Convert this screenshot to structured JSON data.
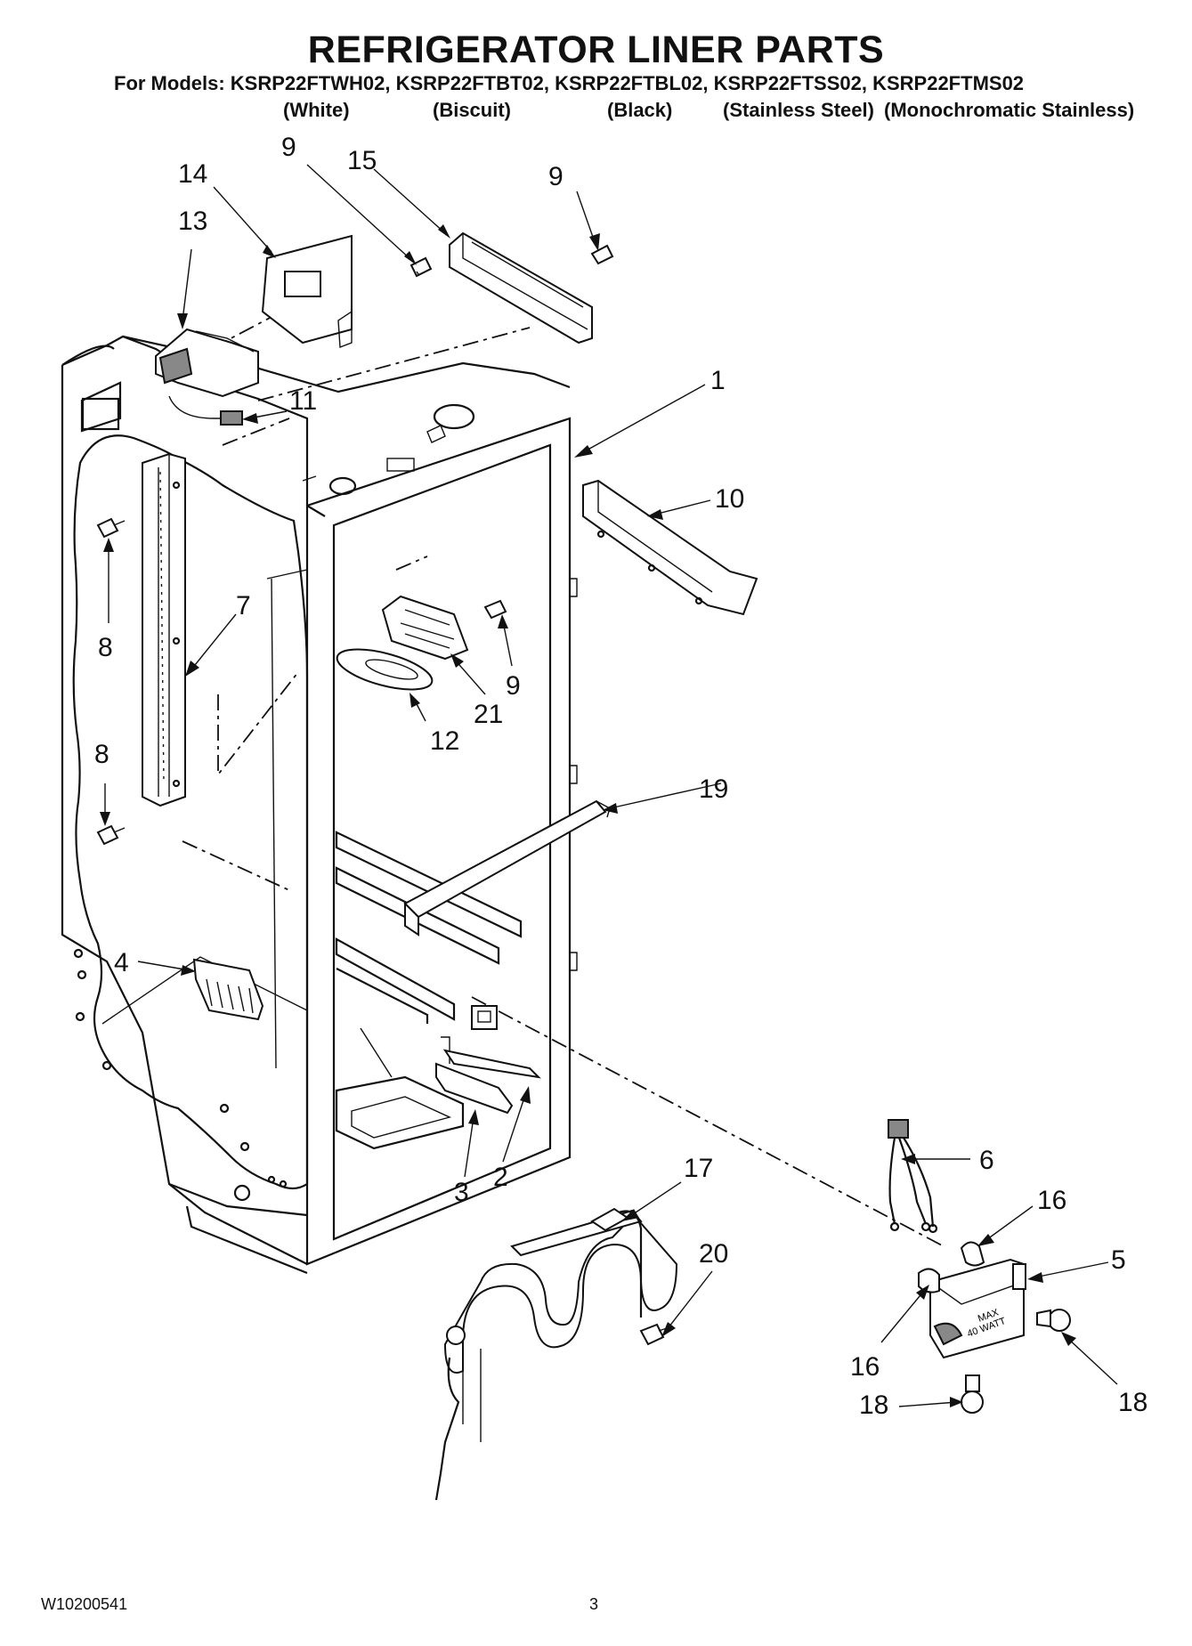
{
  "header": {
    "title": "REFRIGERATOR LINER PARTS",
    "models_line": "For Models: KSRP22FTWH02, KSRP22FTBT02, KSRP22FTBL02, KSRP22FTSS02, KSRP22FTMS02",
    "variants": [
      "(White)",
      "(Biscuit)",
      "(Black)",
      "(Stainless Steel)",
      "(Monochromatic Stainless)"
    ]
  },
  "footer": {
    "doc_number": "W10200541",
    "page_number": "3"
  },
  "callouts": [
    {
      "id": "c14",
      "label": "14"
    },
    {
      "id": "c13",
      "label": "13"
    },
    {
      "id": "c9a",
      "label": "9"
    },
    {
      "id": "c15",
      "label": "15"
    },
    {
      "id": "c9b",
      "label": "9"
    },
    {
      "id": "c1",
      "label": "1"
    },
    {
      "id": "c11",
      "label": "11"
    },
    {
      "id": "c10",
      "label": "10"
    },
    {
      "id": "c8a",
      "label": "8"
    },
    {
      "id": "c7",
      "label": "7"
    },
    {
      "id": "c9c",
      "label": "9"
    },
    {
      "id": "c21",
      "label": "21"
    },
    {
      "id": "c12",
      "label": "12"
    },
    {
      "id": "c8b",
      "label": "8"
    },
    {
      "id": "c19",
      "label": "19"
    },
    {
      "id": "c4",
      "label": "4"
    },
    {
      "id": "c6",
      "label": "6"
    },
    {
      "id": "c3",
      "label": "3"
    },
    {
      "id": "c2",
      "label": "2"
    },
    {
      "id": "c17",
      "label": "17"
    },
    {
      "id": "c16a",
      "label": "16"
    },
    {
      "id": "c20",
      "label": "20"
    },
    {
      "id": "c5",
      "label": "5"
    },
    {
      "id": "c16b",
      "label": "16"
    },
    {
      "id": "c18a",
      "label": "18"
    },
    {
      "id": "c18b",
      "label": "18"
    }
  ],
  "lamp_socket_marking": [
    "MAX",
    "40 WATT"
  ]
}
